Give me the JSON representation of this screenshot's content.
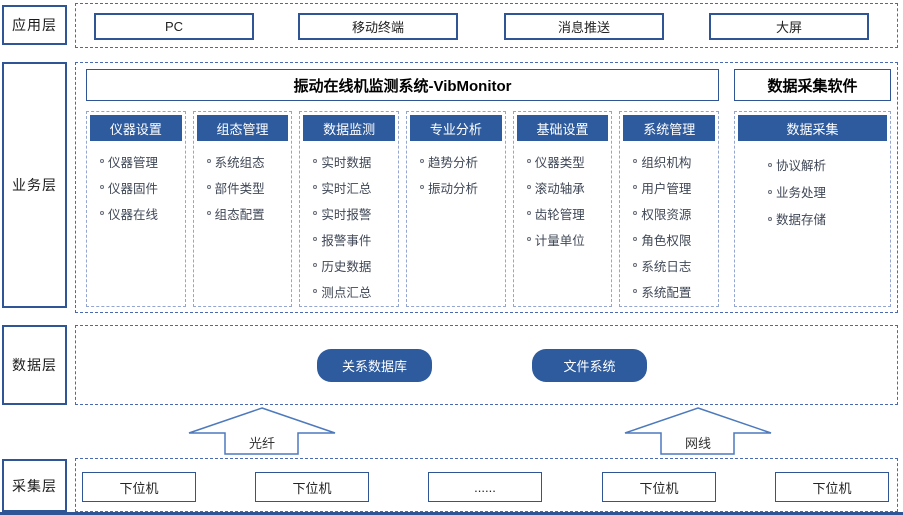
{
  "colors": {
    "primary": "#2E5B9E",
    "border": "#2F5597",
    "dashed": "#4a69b4"
  },
  "layers": {
    "app": {
      "label": "应用层",
      "items": [
        "PC",
        "移动终端",
        "消息推送",
        "大屏"
      ]
    },
    "business": {
      "label": "业务层",
      "main_title": "振动在线机监测系统-VibMonitor",
      "side_title": "数据采集软件",
      "columns": [
        {
          "header": "仪器设置",
          "items": [
            "仪器管理",
            "仪器固件",
            "仪器在线"
          ]
        },
        {
          "header": "组态管理",
          "items": [
            "系统组态",
            "部件类型",
            "组态配置"
          ]
        },
        {
          "header": "数据监测",
          "items": [
            "实时数据",
            "实时汇总",
            "实时报警",
            "报警事件",
            "历史数据",
            "测点汇总"
          ]
        },
        {
          "header": "专业分析",
          "items": [
            "趋势分析",
            "振动分析"
          ]
        },
        {
          "header": "基础设置",
          "items": [
            "仪器类型",
            "滚动轴承",
            "齿轮管理",
            "计量单位"
          ]
        },
        {
          "header": "系统管理",
          "items": [
            "组织机构",
            "用户管理",
            "权限资源",
            "角色权限",
            "系统日志",
            "系统配置"
          ]
        }
      ],
      "side_column": {
        "header": "数据采集",
        "items": [
          "协议解析",
          "业务处理",
          "数据存储"
        ]
      }
    },
    "data": {
      "label": "数据层",
      "nodes": [
        "关系数据库",
        "文件系统"
      ]
    },
    "arrows": [
      {
        "label": "光纤"
      },
      {
        "label": "网线"
      }
    ],
    "collect": {
      "label": "采集层",
      "items": [
        "下位机",
        "下位机",
        "......",
        "下位机",
        "下位机"
      ]
    }
  }
}
